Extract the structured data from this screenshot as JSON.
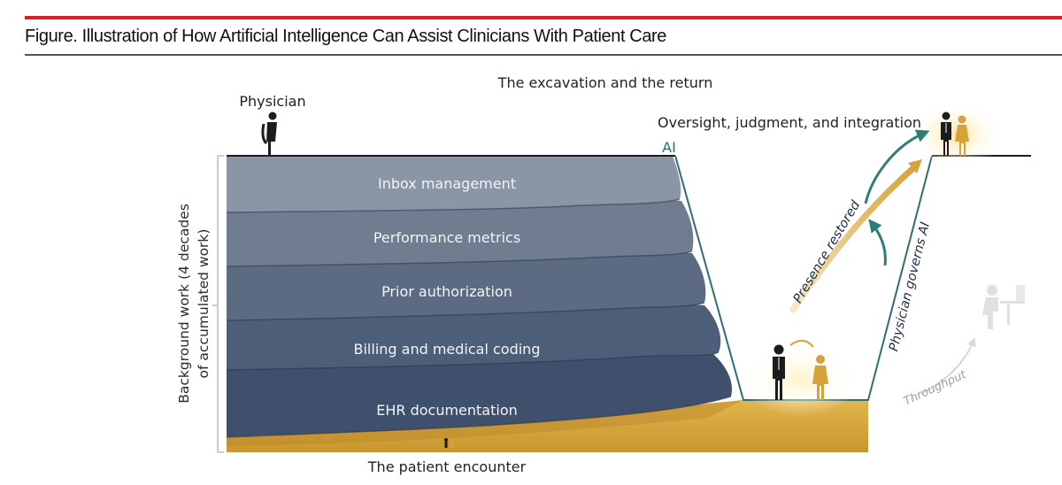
{
  "figure": {
    "title": "Figure. Illustration of How Artificial Intelligence Can Assist Clinicians With Patient Care"
  },
  "diagram": {
    "heading": "The excavation and the return",
    "physician_label": "Physician",
    "ai_label": "AI",
    "oversight_label": "Oversight, judgment, and integration",
    "y_axis_label_line1": "Background work (4 decades",
    "y_axis_label_line2": "of accumulated work)",
    "layers": [
      "Inbox management",
      "Performance metrics",
      "Prior authorization",
      "Billing and medical coding",
      "EHR documentation"
    ],
    "layer_colors": [
      "#8a95a6",
      "#707d91",
      "#5c6b82",
      "#4d5e78",
      "#3e506c"
    ],
    "base_label": "The patient encounter",
    "presence_label": "Presence restored",
    "governs_label": "Physician governs AI",
    "throughput_label": "Throughput",
    "colors": {
      "accent_red": "#d2232a",
      "gold": "#d9a53a",
      "teal": "#2e7d7a",
      "outline": "#2e6e73"
    }
  }
}
